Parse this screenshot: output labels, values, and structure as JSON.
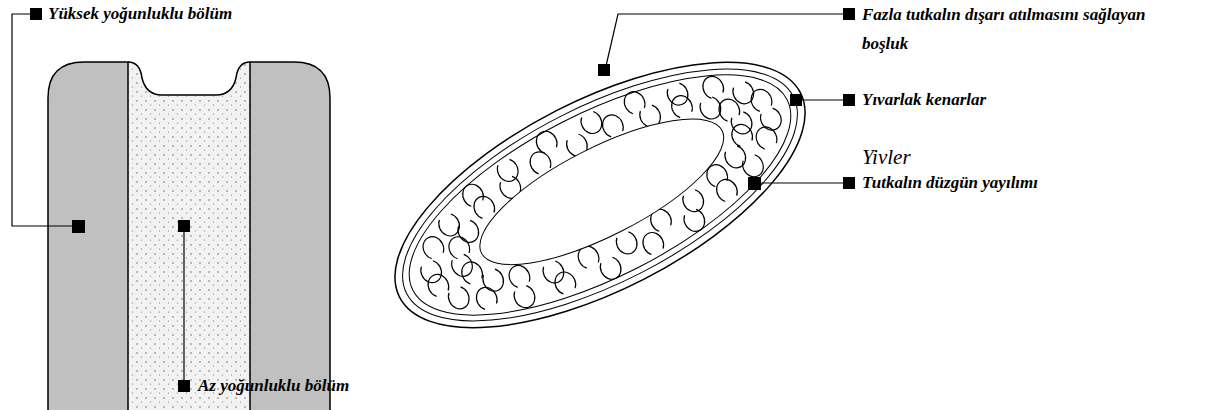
{
  "diagram": {
    "labels": [
      "Yüksek yoğunluklu bölüm",
      "Az yoğunluklu bölüm",
      "Fazla tutkalın dışarı atılmasını sağlayan boşluk",
      "Yıvarlak kenarlar",
      "Yivler",
      "Tutkalın düzgün yayılımı"
    ]
  }
}
